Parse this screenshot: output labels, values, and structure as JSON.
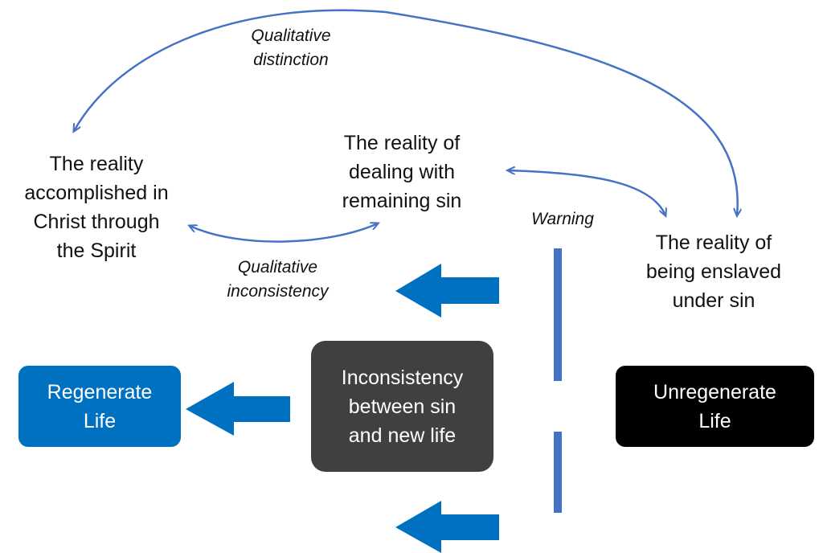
{
  "colors": {
    "regenerate_box": "#0070c0",
    "inconsistency_box": "#404040",
    "unregenerate_box": "#000000",
    "connector": "#4472c4",
    "block_arrow": "#0070c0",
    "warning_bar": "#4472c4"
  },
  "nodes": {
    "accomplished": "The reality\naccomplished in\nChrist through\nthe Spirit",
    "dealing": "The reality of\ndealing with\nremaining sin",
    "enslaved": "The reality of\nbeing enslaved\nunder sin"
  },
  "labels": {
    "distinction": "Qualitative\ndistinction",
    "inconsistency": "Qualitative\ninconsistency",
    "warning": "Warning"
  },
  "boxes": {
    "regenerate": "Regenerate\nLife",
    "inconsistency": "Inconsistency\nbetween sin\nand new life",
    "unregenerate": "Unregenerate\nLife"
  }
}
